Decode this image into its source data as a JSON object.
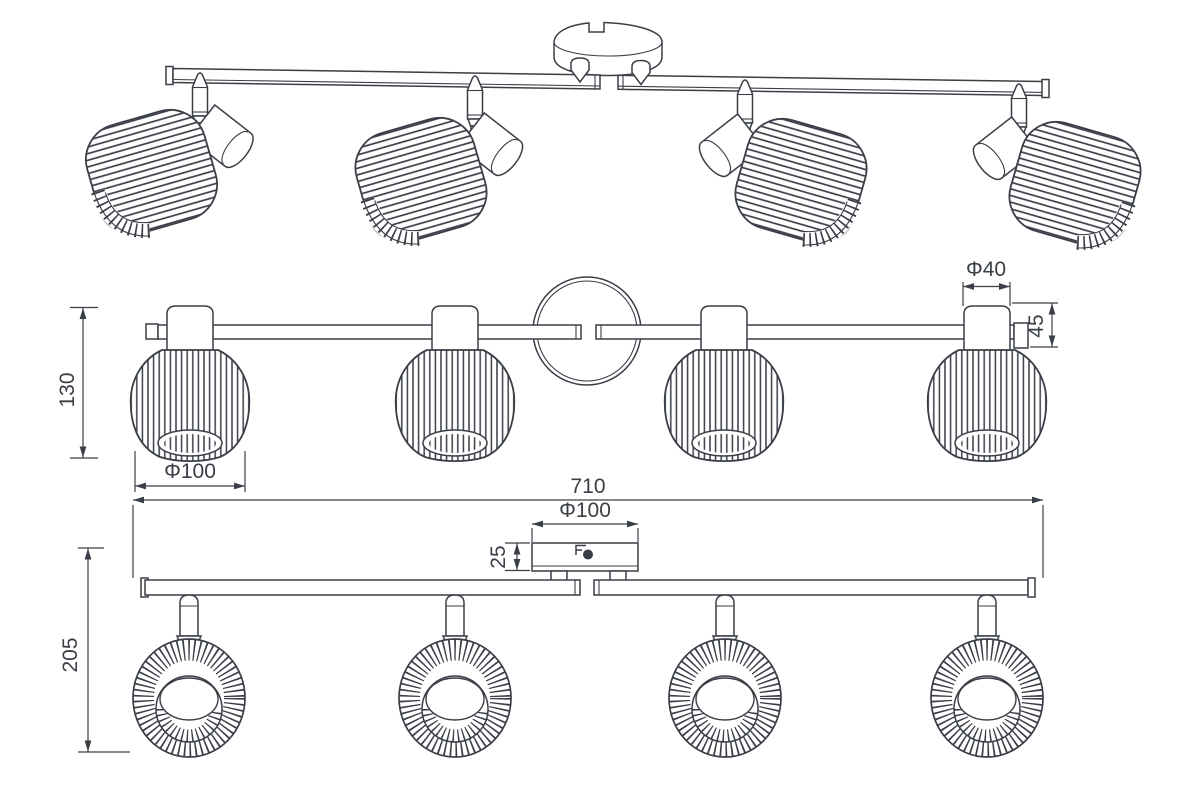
{
  "drawing": {
    "type": "technical-drawing",
    "subject": "4-light ceiling spotlight bar",
    "colors": {
      "line": "#3a3e46",
      "background": "#ffffff"
    }
  },
  "dimensions": {
    "shade_height": "130",
    "shade_diameter": "Φ100",
    "spot_joint_diameter": "Φ40",
    "spot_joint_height": "45",
    "overall_width": "710",
    "canopy_diameter": "Φ100",
    "canopy_depth": "25",
    "fixture_height": "205"
  }
}
